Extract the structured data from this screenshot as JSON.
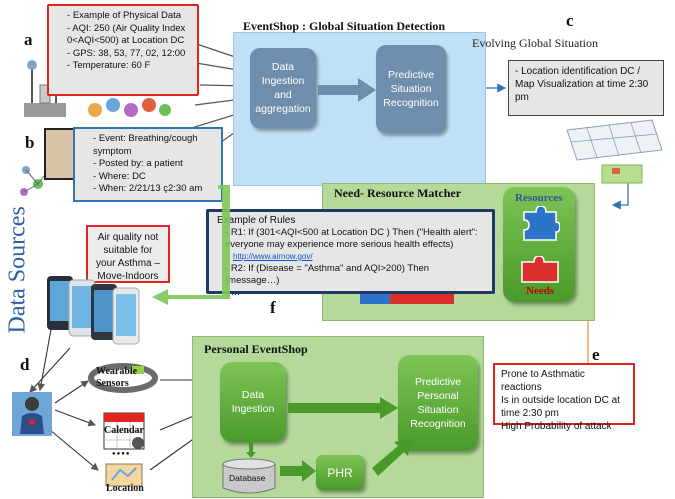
{
  "letters": {
    "a": "a",
    "b": "b",
    "c": "c",
    "d": "d",
    "e": "e",
    "f": "f"
  },
  "eventshop": {
    "title": "EventShop : Global Situation Detection",
    "ingestion": "Data Ingestion and aggregation",
    "predictive": "Predictive Situation Recognition"
  },
  "evolving_label": "Evolving Global Situation",
  "note_a": [
    "Example of Physical Data",
    "AQI: 250 (Air Quality Index 0<AQI<500) at Location DC",
    "GPS: 38, 53, 77, 02, 12:00",
    "Temperature: 60 F"
  ],
  "note_b": [
    "Event: Breathing/cough symptom",
    "Posted by: a patient",
    "Where: DC",
    "When: 2/21/13 ç2:30 am"
  ],
  "note_c": "- Location identification DC / Map Visualization at time 2:30 pm",
  "matcher": {
    "title": "Need- Resource Matcher",
    "resources": "Resources",
    "needs": "Needs"
  },
  "rules": {
    "title": "Example of Rules",
    "r1": "R1: If (301<AQI<500 at Location DC ) Then (\"Health alert\": everyone may experience more serious health effects)",
    "link": "http://www.airnow.gov/",
    "r2": "R2: If (Disease = \"Asthma\" and AQI>200) Then (message…)",
    "r3": "…"
  },
  "alert": "Air quality not suitable for your Asthma – Move-Indoors",
  "data_sources": "Data Sources",
  "personal": {
    "title": "Personal EventShop",
    "ingestion": "Data Ingestion",
    "predictive": "Predictive Personal Situation Recognition",
    "database": "Database",
    "phr": "PHR"
  },
  "devices": {
    "wearable": "Wearable Sensors",
    "calendar": "Calendar",
    "location": "Location",
    "dots": "●●●●"
  },
  "note_e": [
    "Prone to Asthmatic reactions",
    "Is in outside location DC at time 2:30 pm",
    "High Probability of attack"
  ],
  "colors": {
    "blue_panel": "#bfe0f7",
    "green_panel": "#b5d99a",
    "red_border": "#e0251f",
    "blue_border": "#2f75b5",
    "navy_border": "#1f3864",
    "steel_box": "#6f8ead",
    "green_box": "#4a9a2b"
  }
}
